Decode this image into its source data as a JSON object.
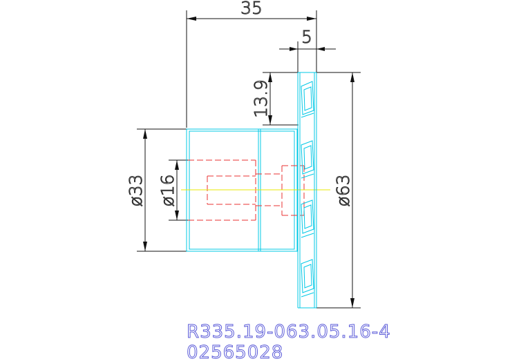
{
  "drawing": {
    "dimensions": {
      "length_total": "35",
      "flange_width": "5",
      "tooth_depth": "13.9",
      "hub_diameter": "ø33",
      "bore_diameter": "ø16",
      "cutter_diameter": "ø63"
    },
    "part_number": "R335.19-063.05.16-4",
    "order_code": "02565028",
    "colors": {
      "outline": "#00c8e6",
      "hidden_lines": "#e83030",
      "centerline": "#e8e800",
      "dimension_lines": "#111111",
      "code_text": "#5a5ad8"
    }
  }
}
